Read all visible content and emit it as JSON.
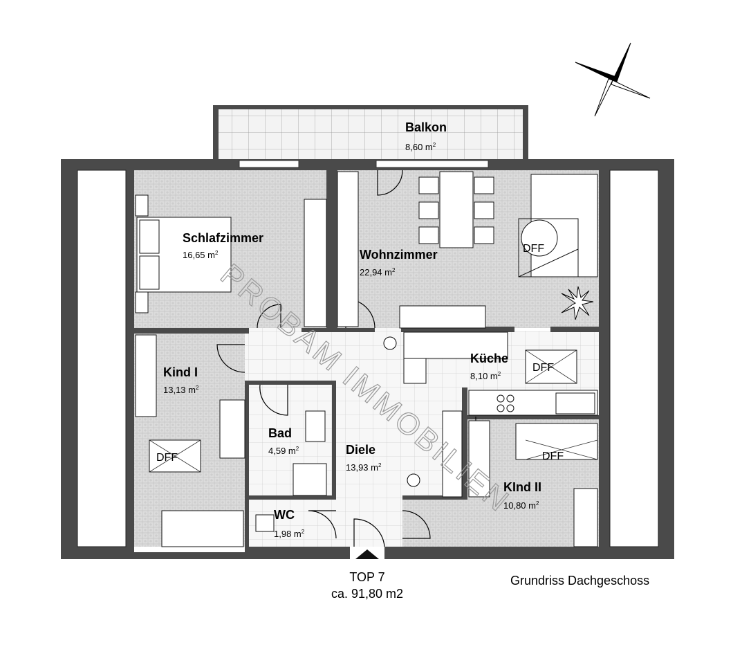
{
  "rooms": {
    "balkon": {
      "name": "Balkon",
      "area": "8,60 m",
      "unit_sup": "2"
    },
    "schlafzimmer": {
      "name": "Schlafzimmer",
      "area": "16,65 m",
      "unit_sup": "2"
    },
    "wohnzimmer": {
      "name": "Wohnzimmer",
      "area": "22,94 m",
      "unit_sup": "2"
    },
    "kind1": {
      "name": "Kind I",
      "area": "13,13 m",
      "unit_sup": "2"
    },
    "kueche": {
      "name": "Küche",
      "area": "8,10 m",
      "unit_sup": "2"
    },
    "bad": {
      "name": "Bad",
      "area": "4,59 m",
      "unit_sup": "2"
    },
    "diele": {
      "name": "Diele",
      "area": "13,93 m",
      "unit_sup": "2"
    },
    "kind2": {
      "name": "KInd II",
      "area": "10,80 m",
      "unit_sup": "2"
    },
    "wc": {
      "name": "WC",
      "area": "1,98 m",
      "unit_sup": "2"
    }
  },
  "skylight_label": "DFF",
  "entrance": {
    "label": "TOP 7",
    "total_area": "ca. 91,80 m2"
  },
  "plan_title": "Grundriss Dachgeschoss",
  "watermark": "PROBAM IMMOBILIEN",
  "icons": {
    "compass": "compass-rose-icon",
    "plant": "potted-plant-icon",
    "entry": "entrance-arrow-icon"
  },
  "colors": {
    "wall": "#4a4a4a",
    "floor": "#dedede",
    "tile": "#f4f4f4",
    "line": "#000000"
  }
}
